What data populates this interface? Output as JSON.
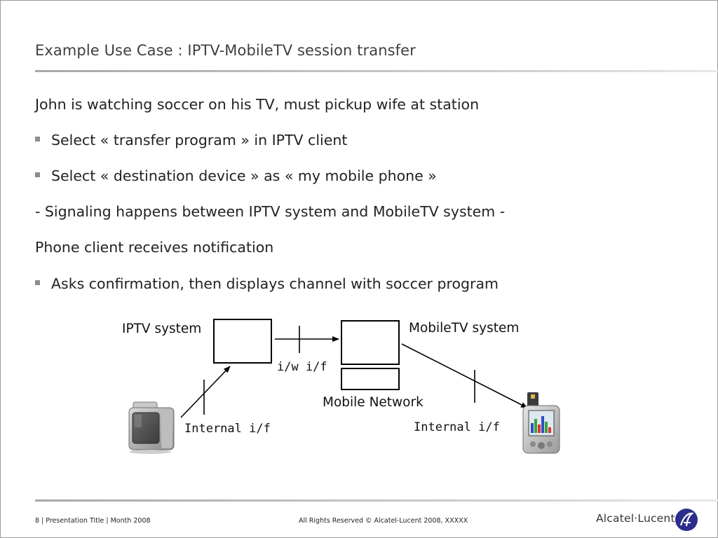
{
  "slide": {
    "title": "Example Use Case : IPTV-MobileTV session transfer",
    "lines": [
      {
        "text": "John is watching soccer on his TV, must pickup wife at station",
        "bullet": false
      },
      {
        "text": "Select « transfer program » in IPTV client",
        "bullet": true
      },
      {
        "text": "Select « destination device » as « my mobile phone »",
        "bullet": true
      },
      {
        "text": "- Signaling happens between IPTV system and MobileTV system -",
        "bullet": false
      },
      {
        "text": "Phone client receives notification",
        "bullet": false
      },
      {
        "text": "Asks confirmation, then displays channel with soccer program",
        "bullet": true
      }
    ]
  },
  "diagram": {
    "iptv_system": "IPTV system",
    "mobiletv_system": "MobileTV system",
    "iw_if": "i/w i/f",
    "mobile_network": "Mobile Network",
    "internal_if_left": "Internal i/f",
    "internal_if_right": "Internal i/f",
    "tv_icon": "tv-icon",
    "pda_icon": "pda-icon"
  },
  "footer": {
    "page_info": "8 | Presentation Title | Month 2008",
    "rights": "All Rights Reserved © Alcatel-Lucent 2008, XXXXX",
    "logo_text": "Alcatel·Lucent"
  },
  "colors": {
    "logo_mark": "#2d2d8c"
  }
}
